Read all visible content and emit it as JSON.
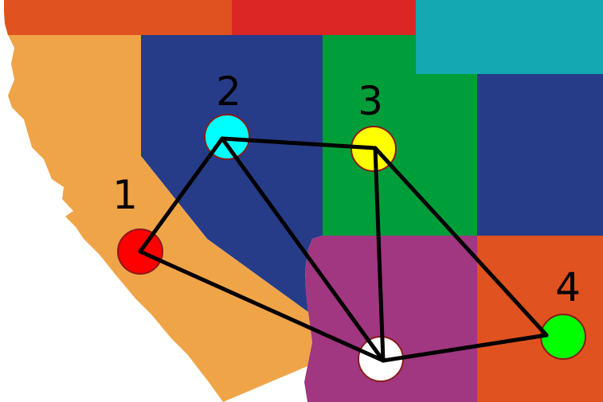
{
  "colors": {
    "background": "#ffffff",
    "oregon": "#e0521f",
    "idaho": "#dc2626",
    "wyoming": "#14a9b2",
    "nevada": "#273c88",
    "utah": "#009e3a",
    "colorado": "#273c88",
    "california": "#f0a448",
    "arizona": "#a03780",
    "new_mexico": "#e0521f",
    "edge": "#000000",
    "node_stroke": "#8b1a1a"
  },
  "nodes": [
    {
      "id": "node-1",
      "label": "1",
      "fill": "#ff0000"
    },
    {
      "id": "node-2",
      "label": "2",
      "fill": "#00ffff"
    },
    {
      "id": "node-3",
      "label": "3",
      "fill": "#ffff00"
    },
    {
      "id": "node-4",
      "label": "4",
      "fill": "#00ff00"
    },
    {
      "id": "node-5",
      "label": "",
      "fill": "#ffffff"
    }
  ],
  "edges": [
    {
      "from": "node-1",
      "to": "node-2"
    },
    {
      "from": "node-1",
      "to": "node-5"
    },
    {
      "from": "node-2",
      "to": "node-3"
    },
    {
      "from": "node-2",
      "to": "node-5"
    },
    {
      "from": "node-3",
      "to": "node-5"
    },
    {
      "from": "node-3",
      "to": "node-4"
    },
    {
      "from": "node-4",
      "to": "node-5"
    }
  ]
}
